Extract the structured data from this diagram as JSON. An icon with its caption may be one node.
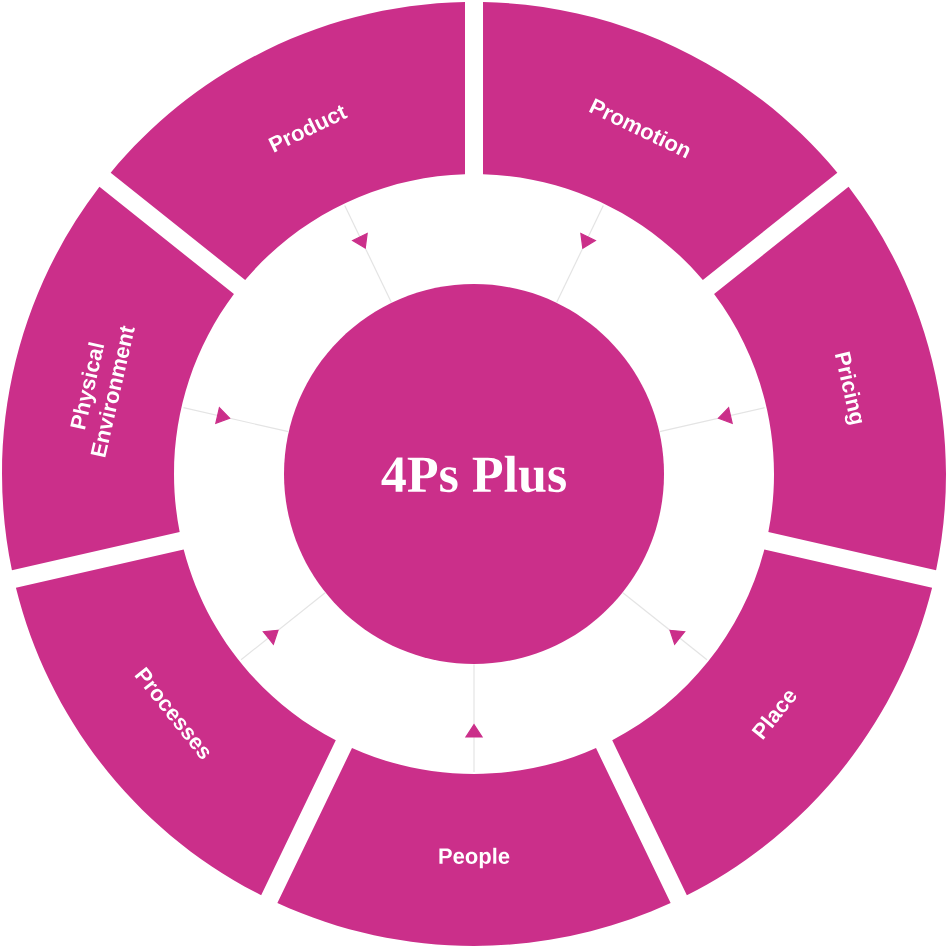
{
  "diagram": {
    "nodes": [
      {
        "text": [
          "4Ps Plus"
        ]
      },
      {
        "text": [
          "Product"
        ]
      },
      {
        "text": [
          "Promotion"
        ]
      },
      {
        "text": [
          "Pricing"
        ]
      },
      {
        "text": [
          "Place"
        ]
      },
      {
        "text": [
          "People"
        ]
      },
      {
        "text": [
          "Processes"
        ]
      },
      {
        "text": [
          "Physical Environment"
        ]
      }
    ],
    "edges": [
      {
        "from": 1,
        "to": 0,
        "arrow": "to"
      },
      {
        "from": 2,
        "to": 0,
        "arrow": "to"
      },
      {
        "from": 3,
        "to": 0,
        "arrow": "to"
      },
      {
        "from": 4,
        "to": 0,
        "arrow": "to"
      },
      {
        "from": 5,
        "to": 0,
        "arrow": "to"
      },
      {
        "from": 6,
        "to": 0,
        "arrow": "to"
      },
      {
        "from": 7,
        "to": 0,
        "arrow": "to"
      }
    ]
  }
}
